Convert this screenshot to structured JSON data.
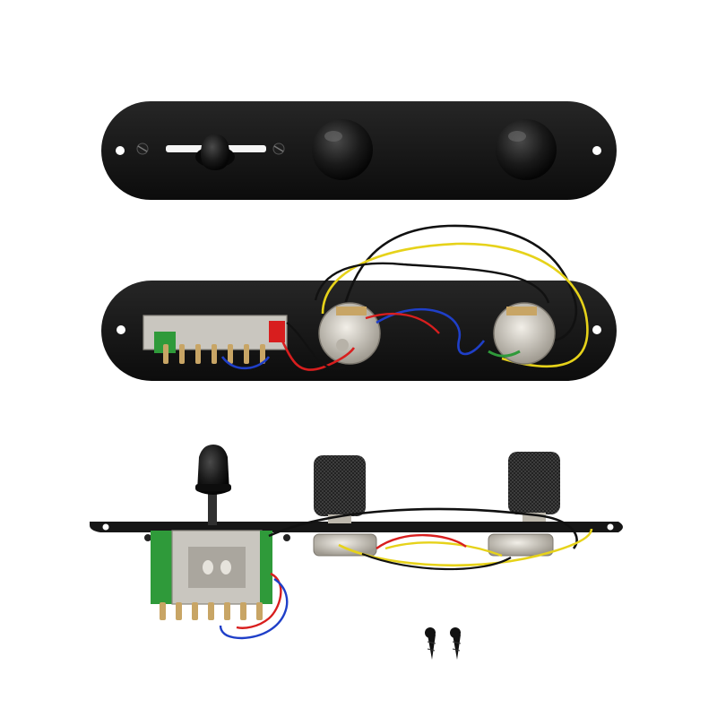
{
  "photo": {
    "views": [
      "top-view",
      "underside-view",
      "side-view"
    ],
    "colors": {
      "background": "#ffffff",
      "plate": "#141414",
      "knob": "#1a1a1a",
      "wire_yellow": "#e6d21a",
      "wire_black": "#111111",
      "wire_red": "#d81e1e",
      "wire_blue": "#1f3fc8",
      "switch_metal": "#c9c6bf",
      "circuit_board": "#2f9a3a",
      "pot_metal": "#cfcac0",
      "solder_lug": "#c8a565"
    },
    "screws_loose": 2
  }
}
